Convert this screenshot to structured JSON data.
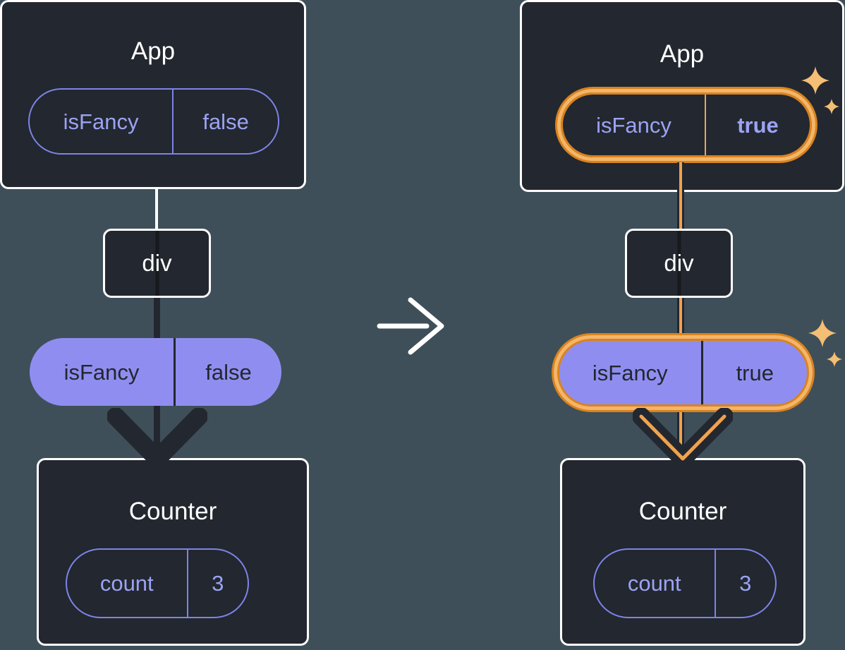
{
  "colors": {
    "background": "#3E4F59",
    "card": "#23272F",
    "card_border": "#FFFFFF",
    "purple_border": "#7C84E8",
    "purple_text": "#9BA3F4",
    "purple_fill": "#8F8EF0",
    "dark_text": "#23272F",
    "highlight_orange": "#D9831F",
    "highlight_glow": "#F3B569",
    "sparkle": "#F4BE74",
    "arrow_white": "#FFFFFF"
  },
  "icons": {
    "transition": "right-arrow-icon",
    "arrowhead": "down-arrowhead-icon",
    "sparkle": "sparkle-icon"
  },
  "left": {
    "app": {
      "title": "App",
      "state_name": "isFancy",
      "state_value": "false"
    },
    "div_label": "div",
    "prop_name": "isFancy",
    "prop_value": "false",
    "counter": {
      "title": "Counter",
      "state_name": "count",
      "state_value": "3"
    }
  },
  "right": {
    "app": {
      "title": "App",
      "state_name": "isFancy",
      "state_value": "true"
    },
    "div_label": "div",
    "prop_name": "isFancy",
    "prop_value": "true",
    "counter": {
      "title": "Counter",
      "state_name": "count",
      "state_value": "3"
    }
  }
}
